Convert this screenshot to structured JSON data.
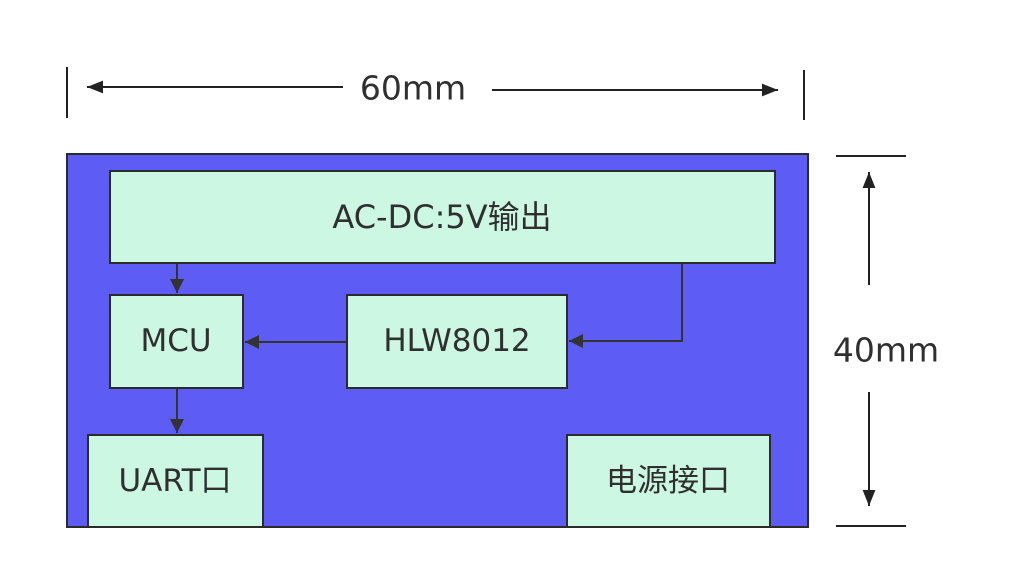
{
  "dimensions": {
    "width_label": "60mm",
    "height_label": "40mm"
  },
  "blocks": {
    "acdc": "AC-DC:5V输出",
    "mcu": "MCU",
    "hlw": "HLW8012",
    "uart": "UART口",
    "power": "电源接口"
  },
  "colors": {
    "board": "#5d5df5",
    "block": "#ccf7e2",
    "line": "#333333"
  }
}
